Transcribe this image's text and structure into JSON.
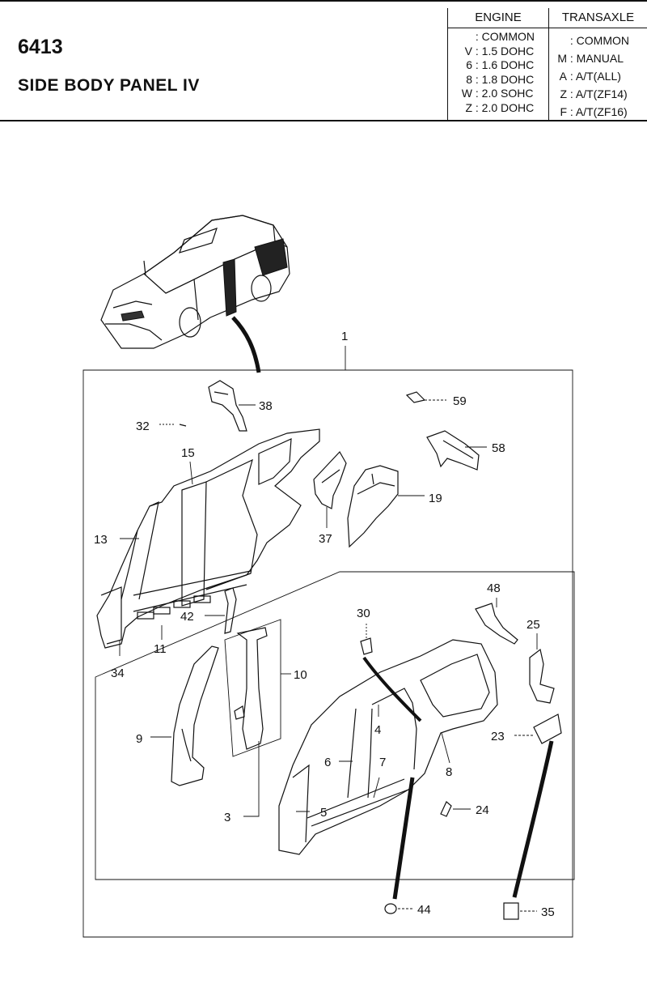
{
  "header": {
    "page_code": "6413",
    "title": "SIDE BODY PANEL IV"
  },
  "engine": {
    "heading": "ENGINE",
    "rows": [
      {
        "code": "",
        "sep": ":",
        "label": "COMMON"
      },
      {
        "code": "V",
        "sep": ":",
        "label": "1.5 DOHC"
      },
      {
        "code": "6",
        "sep": ":",
        "label": "1.6 DOHC"
      },
      {
        "code": "8",
        "sep": ":",
        "label": "1.8 DOHC"
      },
      {
        "code": "W",
        "sep": ":",
        "label": "2.0 SOHC"
      },
      {
        "code": "Z",
        "sep": ":",
        "label": "2.0 DOHC"
      }
    ]
  },
  "transaxle": {
    "heading": "TRANSAXLE",
    "rows": [
      {
        "code": "",
        "sep": ":",
        "label": "COMMON"
      },
      {
        "code": "M",
        "sep": ":",
        "label": "MANUAL"
      },
      {
        "code": "A",
        "sep": ":",
        "label": "A/T(ALL)"
      },
      {
        "code": "Z",
        "sep": ":",
        "label": "A/T(ZF14)"
      },
      {
        "code": "F",
        "sep": ":",
        "label": "A/T(ZF16)"
      }
    ]
  },
  "callouts": {
    "c1": "1",
    "c3": "3",
    "c4": "4",
    "c5": "5",
    "c6": "6",
    "c7": "7",
    "c8": "8",
    "c9": "9",
    "c10": "10",
    "c11": "11",
    "c13": "13",
    "c15": "15",
    "c19": "19",
    "c23": "23",
    "c24": "24",
    "c25": "25",
    "c30": "30",
    "c32": "32",
    "c34": "34",
    "c35": "35",
    "c37": "37",
    "c38": "38",
    "c42": "42",
    "c44": "44",
    "c48": "48",
    "c58": "58",
    "c59": "59"
  }
}
